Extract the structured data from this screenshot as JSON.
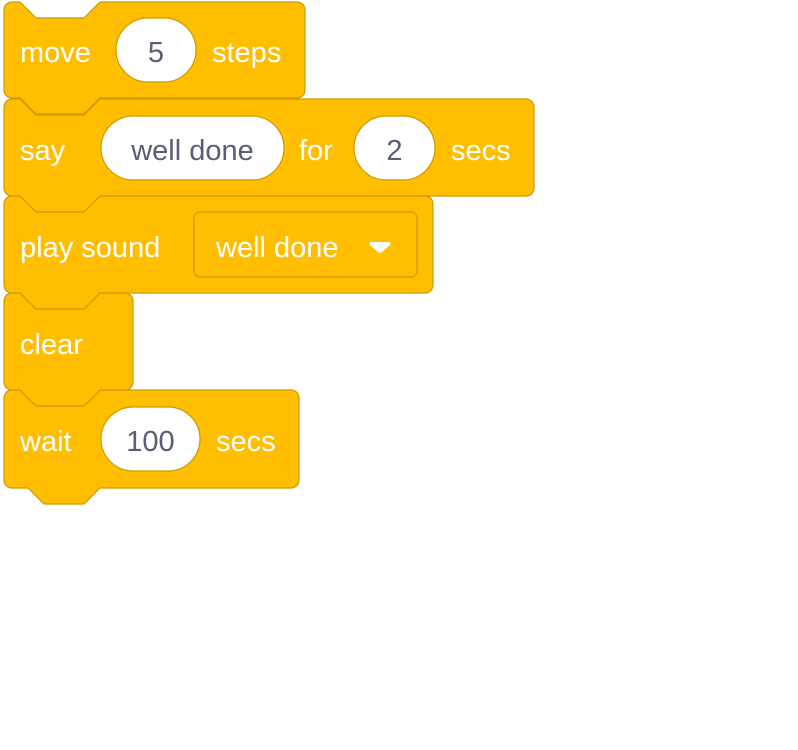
{
  "colors": {
    "block_fill": "#FFBF00",
    "block_stroke": "#CC9900",
    "label_text": "#FFFFFF",
    "input_text": "#575E75",
    "input_fill": "#FFFFFF"
  },
  "script": {
    "blocks": [
      {
        "opcode": "move",
        "parts": [
          {
            "type": "label",
            "text": "move"
          },
          {
            "type": "number-input",
            "value": "5"
          },
          {
            "type": "label",
            "text": "steps"
          }
        ]
      },
      {
        "opcode": "say-for-secs",
        "parts": [
          {
            "type": "label",
            "text": "say"
          },
          {
            "type": "text-input",
            "value": "well done"
          },
          {
            "type": "label",
            "text": "for"
          },
          {
            "type": "number-input",
            "value": "2"
          },
          {
            "type": "label",
            "text": "secs"
          }
        ]
      },
      {
        "opcode": "play-sound",
        "parts": [
          {
            "type": "label",
            "text": "play sound"
          },
          {
            "type": "dropdown",
            "value": "well done",
            "icon": "dropdown-arrow-icon"
          }
        ]
      },
      {
        "opcode": "clear",
        "parts": [
          {
            "type": "label",
            "text": "clear"
          }
        ]
      },
      {
        "opcode": "wait",
        "parts": [
          {
            "type": "label",
            "text": "wait"
          },
          {
            "type": "number-input",
            "value": "100"
          },
          {
            "type": "label",
            "text": "secs"
          }
        ]
      }
    ]
  }
}
